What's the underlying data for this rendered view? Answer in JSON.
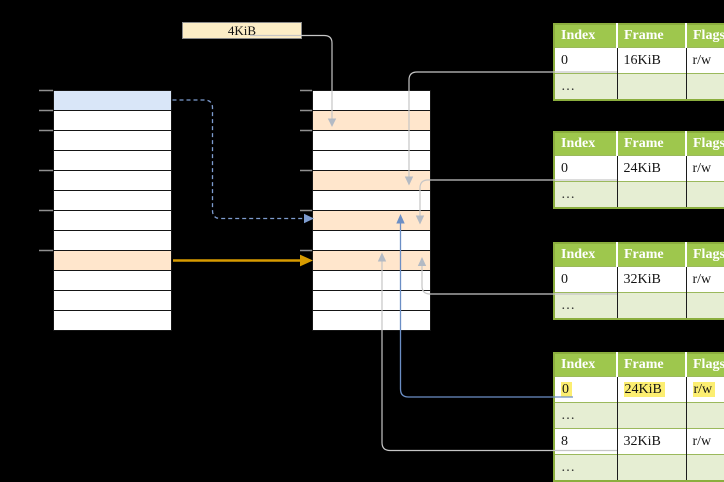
{
  "label_4kib": {
    "text": "4KiB"
  },
  "memory_columns": {
    "left": {
      "rows": [
        "blue",
        "white",
        "white",
        "white",
        "white",
        "white",
        "white",
        "white",
        "orange",
        "white",
        "white",
        "white"
      ]
    },
    "middle": {
      "rows": [
        "white",
        "orange",
        "white",
        "white",
        "orange",
        "white",
        "orange",
        "white",
        "orange",
        "white",
        "white",
        "white"
      ]
    }
  },
  "page_tables": [
    {
      "headers": [
        "Index",
        "Frame",
        "Flags"
      ],
      "rows": [
        {
          "cells": [
            "0",
            "16KiB",
            "r/w"
          ],
          "shaded": false,
          "highlight": false
        },
        {
          "cells": [
            "…",
            "",
            ""
          ],
          "shaded": true,
          "highlight": false
        }
      ]
    },
    {
      "headers": [
        "Index",
        "Frame",
        "Flags"
      ],
      "rows": [
        {
          "cells": [
            "0",
            "24KiB",
            "r/w"
          ],
          "shaded": false,
          "highlight": false
        },
        {
          "cells": [
            "…",
            "",
            ""
          ],
          "shaded": true,
          "highlight": false
        }
      ]
    },
    {
      "headers": [
        "Index",
        "Frame",
        "Flags"
      ],
      "rows": [
        {
          "cells": [
            "0",
            "32KiB",
            "r/w"
          ],
          "shaded": false,
          "highlight": false
        },
        {
          "cells": [
            "…",
            "",
            ""
          ],
          "shaded": true,
          "highlight": false
        }
      ]
    },
    {
      "headers": [
        "Index",
        "Frame",
        "Flags"
      ],
      "rows": [
        {
          "cells": [
            "0",
            "24KiB",
            "r/w"
          ],
          "shaded": false,
          "highlight": true
        },
        {
          "cells": [
            "…",
            "",
            ""
          ],
          "shaded": true,
          "highlight": false
        },
        {
          "cells": [
            "8",
            "32KiB",
            "r/w"
          ],
          "shaded": false,
          "highlight": false
        },
        {
          "cells": [
            "…",
            "",
            ""
          ],
          "shaded": true,
          "highlight": false
        }
      ]
    }
  ],
  "colors": {
    "green_header": "#9ec74d",
    "table_border": "#8bae3e",
    "pale_green": "#e6eed3",
    "row_sep": "#9bb95c",
    "blue_fill": "#d9e6f8",
    "orange_fill": "#ffe6cc",
    "cream": "#fcedc6",
    "yellow_highlight": "#fcee71",
    "connector_gray": "#c6c6c6",
    "arrow_gray": "#b3bac4",
    "connector_blue": "#6b8ec5",
    "dashed_blue": "#7e9ccf",
    "arrow_orange": "#d79b00",
    "tick": "#909090"
  }
}
